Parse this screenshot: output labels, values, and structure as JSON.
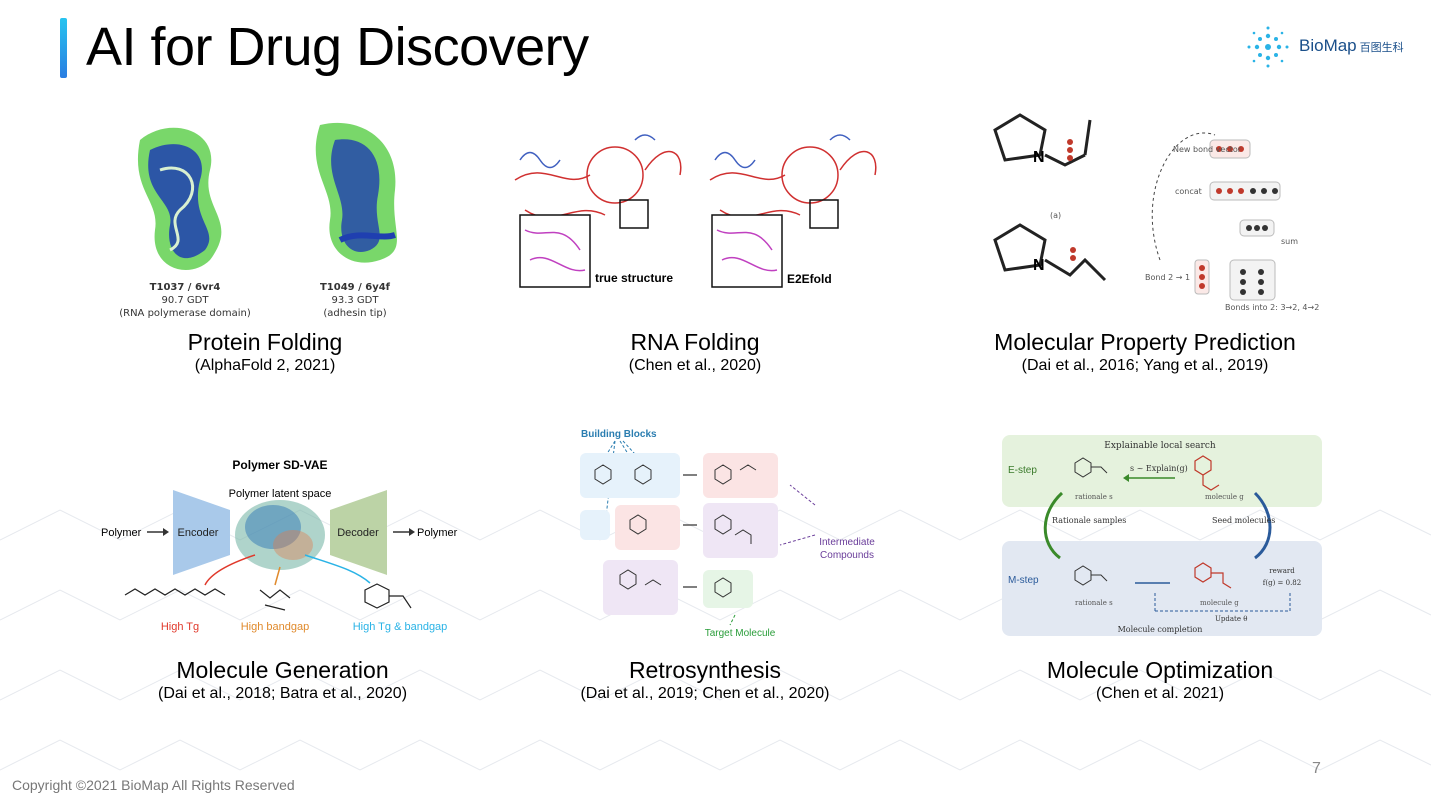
{
  "slide": {
    "title": "AI for Drug Discovery",
    "logo": {
      "name": "BioMap",
      "cn": "百图生科"
    },
    "copyright": "Copyright ©2021 BioMap All Rights Reserved",
    "page_number": "7"
  },
  "panels": [
    {
      "title": "Protein Folding",
      "subtitle": "(AlphaFold 2, 2021)",
      "figure_labels": {
        "left_id": "T1037 / 6vr4",
        "left_gdt": "90.7 GDT",
        "left_desc": "(RNA polymerase domain)",
        "right_id": "T1049 / 6y4f",
        "right_gdt": "93.3 GDT",
        "right_desc": "(adhesin tip)"
      }
    },
    {
      "title": "RNA Folding",
      "subtitle": "(Chen et al., 2020)",
      "figure_labels": {
        "left": "true structure",
        "right": "E2Efold"
      }
    },
    {
      "title": "Molecular Property Prediction",
      "subtitle": "(Dai et al., 2016; Yang et al., 2019)",
      "figure_labels": {
        "new_bond": "New bond vector",
        "concat": "concat",
        "sum": "sum",
        "bond": "Bond 2 → 1",
        "bonds_into": "Bonds into 2: 3→2, 4→2",
        "a": "(a)",
        "n": "N"
      }
    },
    {
      "title": "Molecule Generation",
      "subtitle": "(Dai et al., 2018; Batra et al., 2020)",
      "figure_labels": {
        "header": "Polymer SD-VAE",
        "latent": "Polymer latent space",
        "input": "Polymer",
        "encoder": "Encoder",
        "decoder": "Decoder",
        "output": "Polymer",
        "high_tg": "High Tg",
        "high_bandgap": "High bandgap",
        "both": "High Tg & bandgap"
      }
    },
    {
      "title": "Retrosynthesis",
      "subtitle": "(Dai et al., 2019; Chen et al., 2020)",
      "figure_labels": {
        "building_blocks": "Building Blocks",
        "intermediate": "Intermediate",
        "compounds": "Compounds",
        "target": "Target Molecule"
      }
    },
    {
      "title": "Molecule Optimization",
      "subtitle": "(Chen et al. 2021)",
      "figure_labels": {
        "header": "Explainable local search",
        "estep": "E-step",
        "mstep": "M-step",
        "rationale_samples": "Rationale samples",
        "seed": "Seed molecules",
        "reward": "reward",
        "reward_val": "f(g) = 0.82",
        "update": "Update θ",
        "completion": "Molecule completion",
        "rationale": "rationale s",
        "molecule": "molecule g",
        "explain": "s ~ Explain(g)"
      }
    }
  ]
}
